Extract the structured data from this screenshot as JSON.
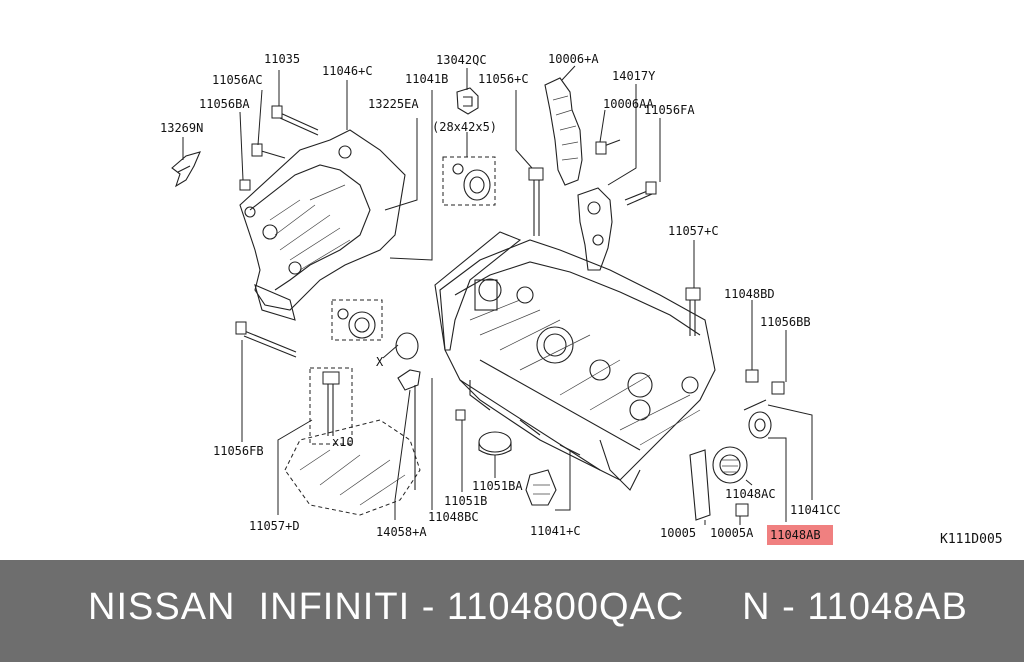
{
  "diagram": {
    "code": "K111D005",
    "highlight_color": "#f08080",
    "labels": {
      "p11035": "11035",
      "p11056AC_top": "11056AC",
      "p11046C": "11046+C",
      "p11041B": "11041B",
      "p13042QC": "13042QC",
      "p11056C": "11056+C",
      "p10006A": "10006+A",
      "p14017Y": "14017Y",
      "p11056BA": "11056BA",
      "p13225EA": "13225EA",
      "p10006AA": "10006AA",
      "p11056FA": "11056FA",
      "p13269N": "13269N",
      "p28x42x5": "(28x42x5)",
      "p11057C": "11057+C",
      "p11048BD": "11048BD",
      "p11056BB": "11056BB",
      "pX": "X",
      "px10": "x10",
      "p11056FB": "11056FB",
      "p11051BA": "11051BA",
      "p11051B": "11051B",
      "p11048AC": "11048AC",
      "p11041CC": "11041CC",
      "p11057D": "11057+D",
      "p14058A": "14058+A",
      "p11048BC": "11048BC",
      "p11041C": "11041+C",
      "p10005": "10005",
      "p10005A": "10005A",
      "p11048AB": "11048AB"
    }
  },
  "footer": {
    "text": "NISSAN  INFINITI - 1104800QAC     N - 11048AB",
    "background": "#6e6e6e"
  }
}
